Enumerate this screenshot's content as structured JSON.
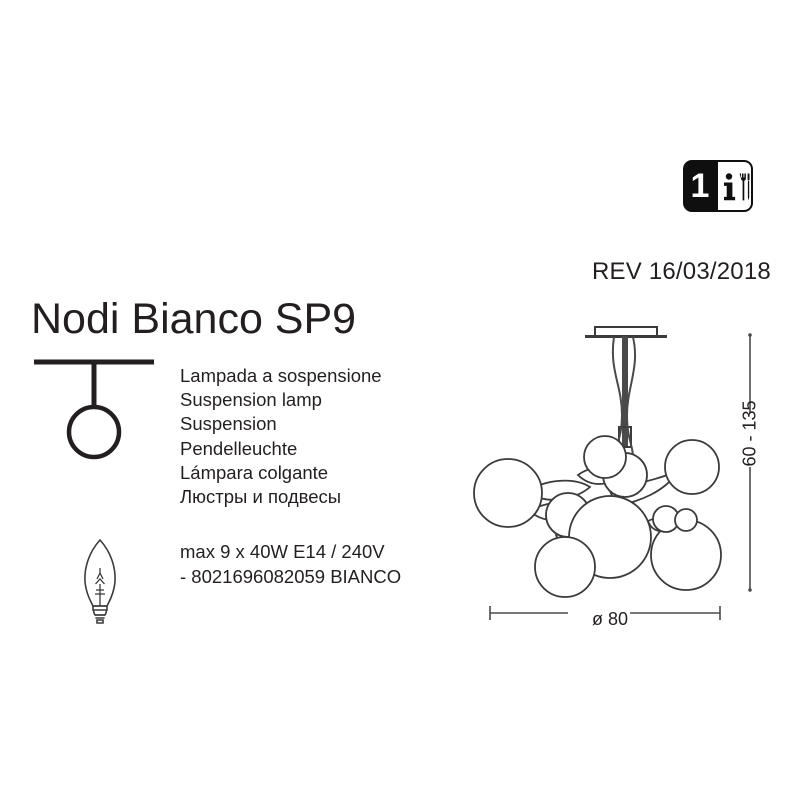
{
  "document": {
    "type": "product-datasheet",
    "background_color": "#ffffff",
    "ink_color": "#231f20"
  },
  "badge": {
    "name": "installation-badge",
    "person_count": "1",
    "info_icon": "info-i-icon",
    "tool_icons": [
      "wrench-icon",
      "screwdriver-icon"
    ]
  },
  "revision": {
    "label": "REV 16/03/2018"
  },
  "product": {
    "title": "Nodi Bianco SP9"
  },
  "pictograms": {
    "pendant": "pendant-lamp-icon",
    "bulb": "candle-bulb-icon"
  },
  "descriptions": [
    {
      "lang": "it",
      "text": "Lampada a sospensione"
    },
    {
      "lang": "en",
      "text": "Suspension lamp"
    },
    {
      "lang": "fr",
      "text": "Suspension"
    },
    {
      "lang": "de",
      "text": "Pendelleuchte"
    },
    {
      "lang": "es",
      "text": "Lámpara colgante"
    },
    {
      "lang": "ru",
      "text": "Люстры и подвесы"
    }
  ],
  "specs": [
    {
      "key": "lamping",
      "text": "max 9 x 40W E14 / 240V"
    },
    {
      "key": "code_finish",
      "text": "- 8021696082059 BIANCO"
    }
  ],
  "dimensions": {
    "height_label": "60 - 135",
    "diameter_label": "ø 80"
  },
  "drawing": {
    "name": "technical-drawing-suspension",
    "parts": [
      "ceiling-canopy",
      "suspension-rod",
      "power-cables",
      "globe-cluster"
    ],
    "globe_count": 9
  }
}
